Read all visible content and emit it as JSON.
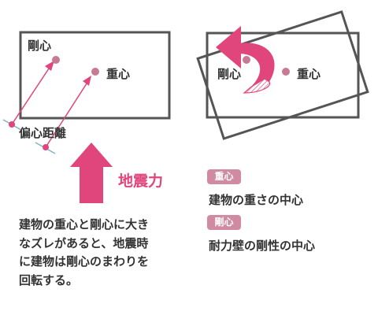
{
  "left_diagram": {
    "rigidity_center_label": "剛心",
    "gravity_center_label": "重心",
    "eccentric_distance_label": "偏心距離"
  },
  "right_diagram": {
    "rigidity_center_label": "剛心",
    "gravity_center_label": "重心"
  },
  "force": {
    "label": "地震力"
  },
  "legend": {
    "gravity_tag": "重心",
    "gravity_desc": "建物の重さの中心",
    "rigidity_tag": "剛心",
    "rigidity_desc": "耐力壁の剛性の中心"
  },
  "caption": {
    "lines": [
      "建物の重心と剛心に大き",
      "なズレがあると、地震時",
      "に建物は剛心のまわりを",
      "回転する。"
    ]
  },
  "colors": {
    "accent": "#e0457b",
    "dot": "#c77a93",
    "tag": "#d08ba3",
    "frame": "#555555",
    "guide": "#7fb2c9"
  }
}
